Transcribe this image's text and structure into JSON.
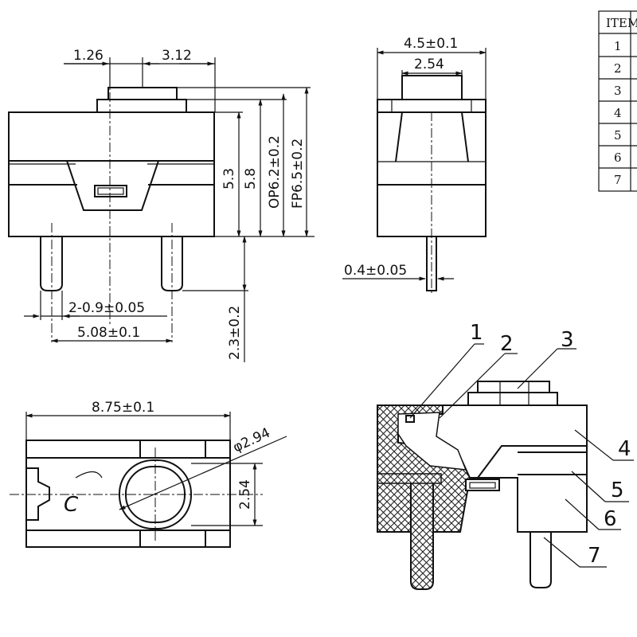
{
  "front_view": {
    "dim_left_offset": "1.26",
    "dim_right_offset": "3.12",
    "dim_height_5_3": "5.3",
    "dim_height_5_8": "5.8",
    "dim_op": "OP6.2±0.2",
    "dim_fp": "FP6.5±0.2",
    "dim_pin_dia": "2-0.9±0.05",
    "dim_pin_pitch": "5.08±0.1",
    "dim_pin_length": "2.3±0.2"
  },
  "side_view": {
    "dim_width": "4.5±0.1",
    "dim_actuator": "2.54",
    "dim_pin_thickness": "0.4±0.05"
  },
  "top_view": {
    "dim_length": "8.75±0.1",
    "dim_hole": "φ2.94",
    "dim_hole_height": "2.54",
    "logo": "C"
  },
  "item_table": {
    "header": "ITEM",
    "rows": [
      "1",
      "2",
      "3",
      "4",
      "5",
      "6",
      "7"
    ]
  },
  "section_view": {
    "callouts": [
      "1",
      "2",
      "3",
      "4",
      "5",
      "6",
      "7"
    ]
  }
}
